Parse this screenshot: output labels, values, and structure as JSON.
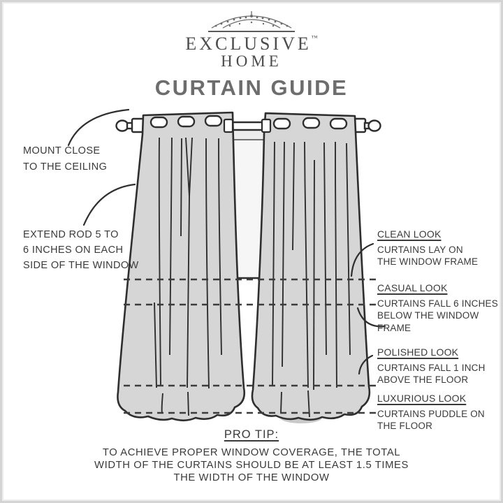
{
  "brand": {
    "line1": "EXCLUSIVE",
    "tm": "™",
    "line2": "HOME"
  },
  "title": "CURTAIN GUIDE",
  "left_notes": [
    {
      "lines": [
        "MOUNT CLOSE",
        "TO THE CEILING"
      ]
    },
    {
      "lines": [
        "EXTEND ROD 5 TO",
        "6 INCHES ON EACH",
        "SIDE OF THE WINDOW"
      ]
    }
  ],
  "right_notes": [
    {
      "title": "CLEAN LOOK",
      "lines": [
        "CURTAINS LAY ON",
        "THE WINDOW FRAME"
      ]
    },
    {
      "title": "CASUAL LOOK",
      "lines": [
        "CURTAINS FALL 6 INCHES",
        "BELOW THE WINDOW FRAME"
      ]
    },
    {
      "title": "POLISHED LOOK",
      "lines": [
        "CURTAINS FALL 1 INCH",
        "ABOVE THE FLOOR"
      ]
    },
    {
      "title": "LUXURIOUS LOOK",
      "lines": [
        "CURTAINS PUDDLE ON",
        "THE FLOOR"
      ]
    }
  ],
  "pro_tip": {
    "title": "PRO TIP:",
    "lines": [
      "TO ACHIEVE PROPER WINDOW COVERAGE, THE TOTAL",
      "WIDTH OF THE CURTAINS SHOULD BE AT LEAST 1.5 TIMES",
      "THE WIDTH OF THE WINDOW"
    ]
  },
  "diagram": {
    "dashed_levels": [
      "window-frame-bottom",
      "6-inches-below-frame",
      "1-inch-above-floor",
      "floor"
    ]
  },
  "colors": {
    "curtain_fill": "#d6d6d6",
    "outline": "#2e2e2e",
    "window_fill": "#ededed",
    "title_gray": "#6d6d6d",
    "text": "#3a3a3a",
    "frame_border": "#d4d4d4"
  }
}
